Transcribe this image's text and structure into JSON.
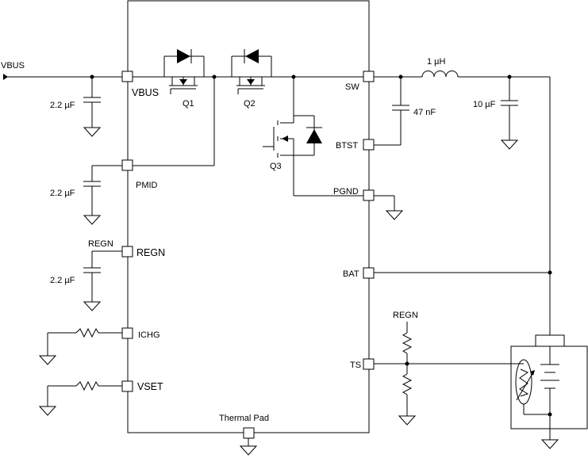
{
  "labels": {
    "vbus_input": "VBUS",
    "c_vbus": "2.2 µF",
    "c_pmid": "2.2 µF",
    "c_regn": "2.2 µF",
    "c_btst": "47 nF",
    "c_out": "10 µF",
    "inductor": "1 µH",
    "regn_net": "REGN",
    "regn_pullup": "REGN",
    "q1": "Q1",
    "q2": "Q2",
    "q3": "Q3",
    "thermal_pad": "Thermal Pad"
  },
  "pins": {
    "vbus": "VBUS",
    "pmid": "PMID",
    "regn": "REGN",
    "ichg": "ICHG",
    "vset": "VSET",
    "sw": "SW",
    "btst": "BTST",
    "pgnd": "PGND",
    "bat": "BAT",
    "ts": "TS"
  }
}
